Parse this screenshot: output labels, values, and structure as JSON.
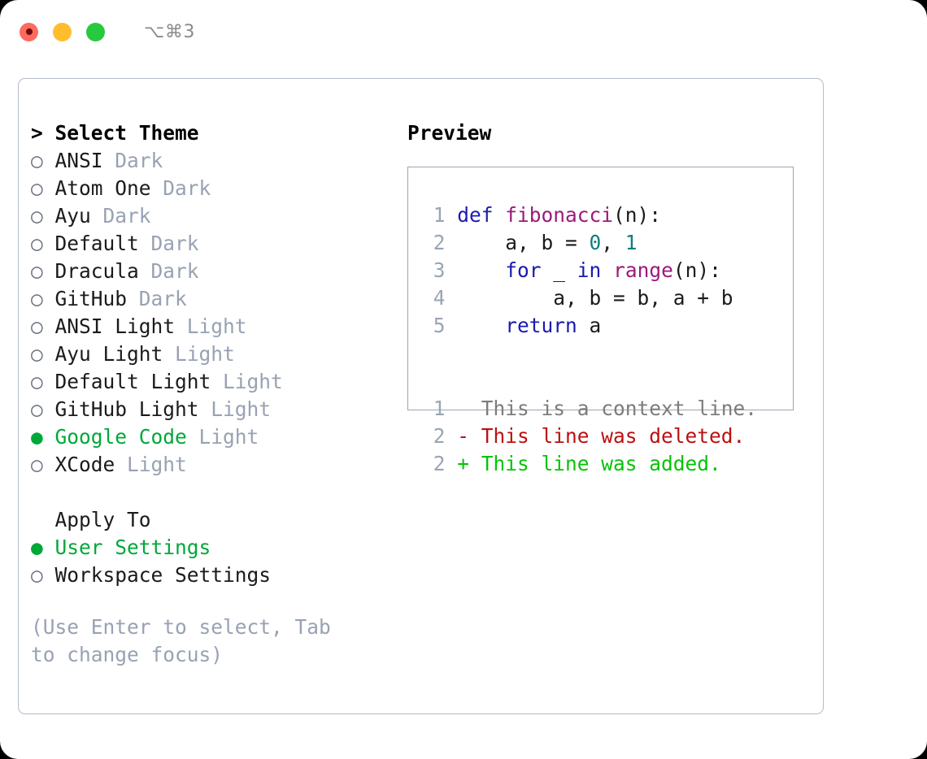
{
  "titlebar": {
    "lights": [
      {
        "name": "close",
        "color": "#fd6a5e"
      },
      {
        "name": "minimize",
        "color": "#ffbd2e"
      },
      {
        "name": "zoom",
        "color": "#27c93f"
      }
    ],
    "shortcut": "⌥⌘3"
  },
  "theme_list": {
    "header_marker": "> ",
    "header": "Select Theme",
    "selected_marker": "● ",
    "unselected_marker": "○ ",
    "items": [
      {
        "marker": "○ ",
        "label": "ANSI",
        "kind": "Dark",
        "selected": false
      },
      {
        "marker": "○ ",
        "label": "Atom One",
        "kind": "Dark",
        "selected": false
      },
      {
        "marker": "○ ",
        "label": "Ayu",
        "kind": "Dark",
        "selected": false
      },
      {
        "marker": "○ ",
        "label": "Default",
        "kind": "Dark",
        "selected": false
      },
      {
        "marker": "○ ",
        "label": "Dracula",
        "kind": "Dark",
        "selected": false
      },
      {
        "marker": "○ ",
        "label": "GitHub",
        "kind": "Dark",
        "selected": false
      },
      {
        "marker": "○ ",
        "label": "ANSI Light",
        "kind": "Light",
        "selected": false
      },
      {
        "marker": "○ ",
        "label": "Ayu Light",
        "kind": "Light",
        "selected": false
      },
      {
        "marker": "○ ",
        "label": "Default Light",
        "kind": "Light",
        "selected": false
      },
      {
        "marker": "○ ",
        "label": "GitHub Light",
        "kind": "Light",
        "selected": false
      },
      {
        "marker": "● ",
        "label": "Google Code",
        "kind": "Light",
        "selected": true
      },
      {
        "marker": "○ ",
        "label": "XCode",
        "kind": "Light",
        "selected": false
      }
    ]
  },
  "apply_to": {
    "header_marker": "  ",
    "header": "Apply To",
    "items": [
      {
        "marker": "● ",
        "label": "User Settings",
        "selected": true
      },
      {
        "marker": "○ ",
        "label": "Workspace Settings",
        "selected": false
      }
    ]
  },
  "hint": "(Use Enter to select, Tab to change focus)",
  "preview": {
    "title": "Preview",
    "code_lines": [
      {
        "num": "1",
        "tokens": [
          {
            "t": "def ",
            "c": "kw"
          },
          {
            "t": "fibonacci",
            "c": "fn"
          },
          {
            "t": "(n):",
            "c": "plain"
          }
        ]
      },
      {
        "num": "2",
        "tokens": [
          {
            "t": "    a, b = ",
            "c": "plain"
          },
          {
            "t": "0",
            "c": "num"
          },
          {
            "t": ", ",
            "c": "plain"
          },
          {
            "t": "1",
            "c": "num"
          }
        ]
      },
      {
        "num": "3",
        "tokens": [
          {
            "t": "    ",
            "c": "plain"
          },
          {
            "t": "for",
            "c": "kw"
          },
          {
            "t": " _ ",
            "c": "plain"
          },
          {
            "t": "in",
            "c": "kw"
          },
          {
            "t": " ",
            "c": "plain"
          },
          {
            "t": "range",
            "c": "fn"
          },
          {
            "t": "(n):",
            "c": "plain"
          }
        ]
      },
      {
        "num": "4",
        "tokens": [
          {
            "t": "        a, b = b, a + b",
            "c": "plain"
          }
        ]
      },
      {
        "num": "5",
        "tokens": [
          {
            "t": "    ",
            "c": "plain"
          },
          {
            "t": "return",
            "c": "kw"
          },
          {
            "t": " a",
            "c": "plain"
          }
        ]
      }
    ],
    "diff_lines": [
      {
        "num": "1",
        "text": "  This is a context line.",
        "kind": "ctx"
      },
      {
        "num": "2",
        "text": "- This line was deleted.",
        "kind": "del"
      },
      {
        "num": "2",
        "text": "+ This line was added.",
        "kind": "add"
      }
    ]
  },
  "colors": {
    "accent_green": "#00a838",
    "muted_gray": "#98a2b3",
    "keyword_blue": "#1a1ab0",
    "function_purple": "#9c1a7a",
    "number_teal": "#0f7d7d",
    "diff_deleted_red": "#bb1111",
    "diff_added_green": "#07c307",
    "panel_border": "#b3bcc9"
  }
}
